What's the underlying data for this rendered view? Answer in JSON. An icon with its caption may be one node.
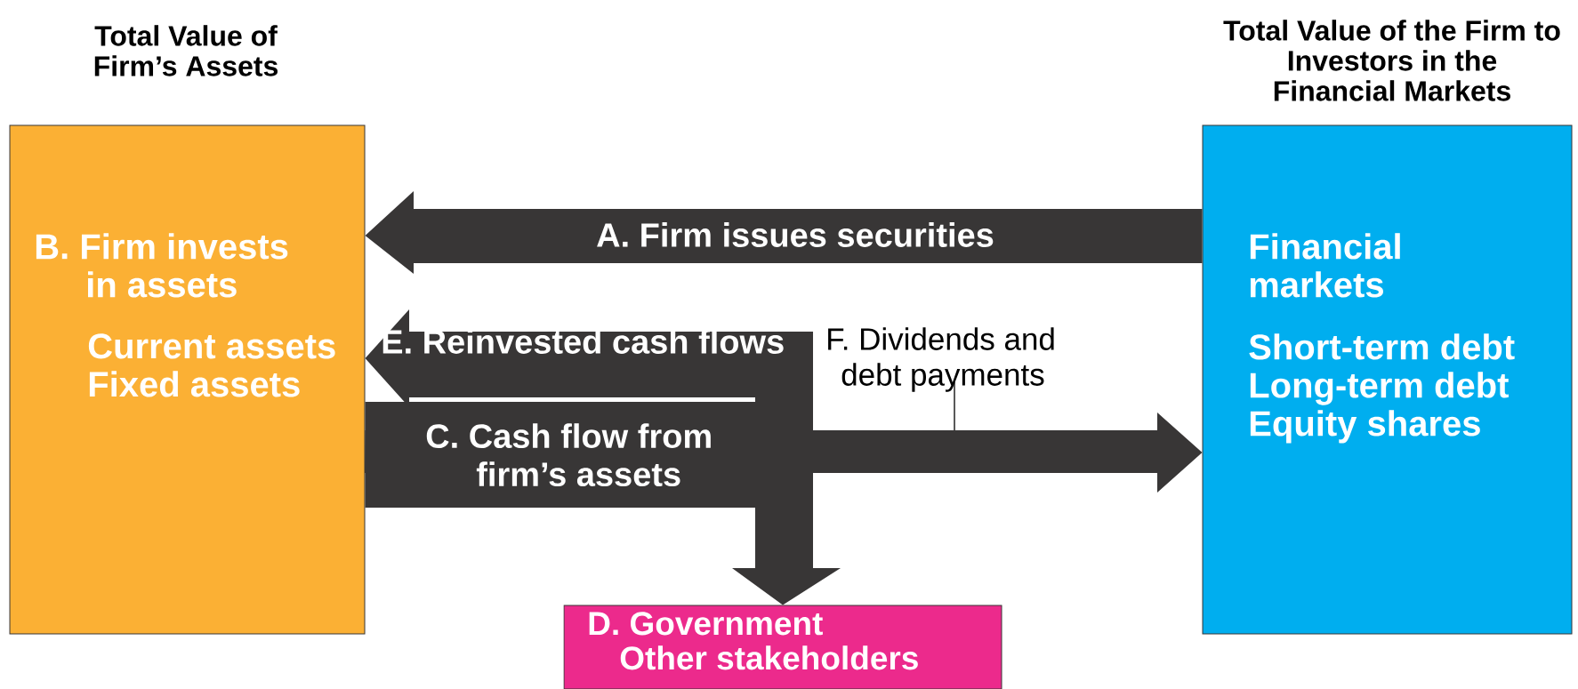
{
  "diagram": {
    "nodes": [
      {
        "text": [
          "Total Value of Firm’s Assets",
          "B. Firm invests in assets",
          "Current assets Fixed assets"
        ]
      },
      {
        "text": [
          "Total Value of the Firm to Investors in the Financial Markets",
          "Financial markets",
          "Short-term debt Long-term debt Equity shares"
        ]
      },
      {
        "text": [
          "D. Government Other stakeholders"
        ]
      }
    ],
    "edges": [
      {
        "from": 1,
        "to": 0,
        "arrow": "to",
        "label": "A. Firm issues securities"
      },
      {
        "from": 0,
        "to": 2,
        "arrow": "to",
        "label": "C. Cash flow from firm’s assets"
      },
      {
        "from": 0,
        "to": 0,
        "arrow": "to",
        "label": "E. Reinvested cash flows"
      },
      {
        "from": 0,
        "to": 1,
        "arrow": "to",
        "label": "F. Dividends and debt payments"
      }
    ]
  }
}
